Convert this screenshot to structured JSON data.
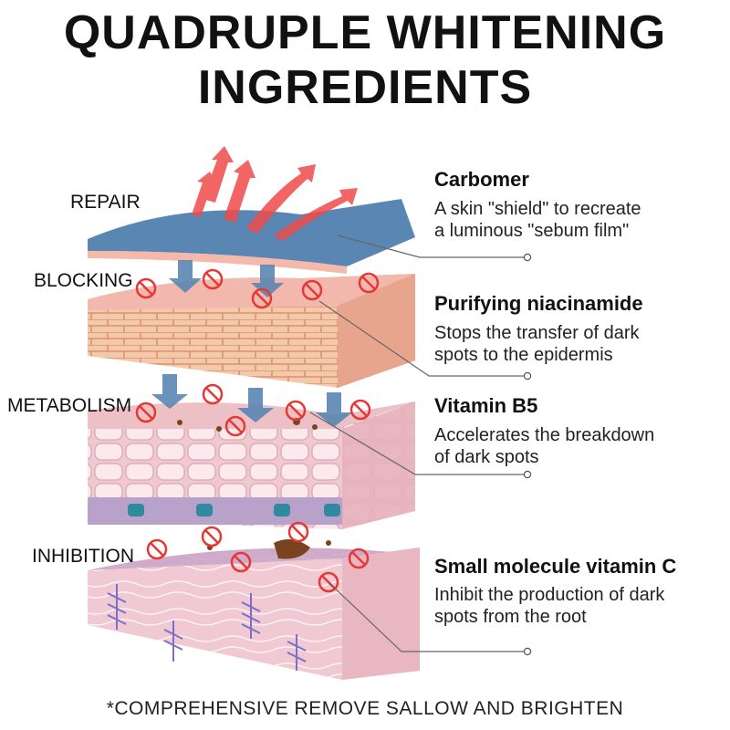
{
  "title": {
    "line1": "QUADRUPLE WHITENING",
    "line2": "INGREDIENTS"
  },
  "layers": [
    {
      "label": "REPAIR"
    },
    {
      "label": "BLOCKING"
    },
    {
      "label": "METABOLISM"
    },
    {
      "label": "INHIBITION"
    }
  ],
  "ingredients": [
    {
      "name": "Carbomer",
      "desc1": "A skin \"shield\" to recreate",
      "desc2": "a luminous \"sebum film\""
    },
    {
      "name": "Purifying niacinamide",
      "desc1": "Stops the transfer of dark",
      "desc2": "spots to the epidermis"
    },
    {
      "name": "Vitamin B5",
      "desc1": "Accelerates the breakdown",
      "desc2": "of dark spots"
    },
    {
      "name": "Small molecule vitamin C",
      "desc1": "Inhibit the production of dark",
      "desc2": "spots from the root"
    }
  ],
  "footer": "*COMPREHENSIVE REMOVE SALLOW AND BRIGHTEN",
  "colors": {
    "film": "#5a86b3",
    "skin_pink": "#f0c6c2",
    "skin_deep": "#e3a6a0",
    "cell_blue": "#2f8aa0",
    "cell_purple": "#b9a2c9",
    "arrow_red": "#ef4b4b",
    "ban_red": "#e53935",
    "melanin": "#7a4320"
  }
}
